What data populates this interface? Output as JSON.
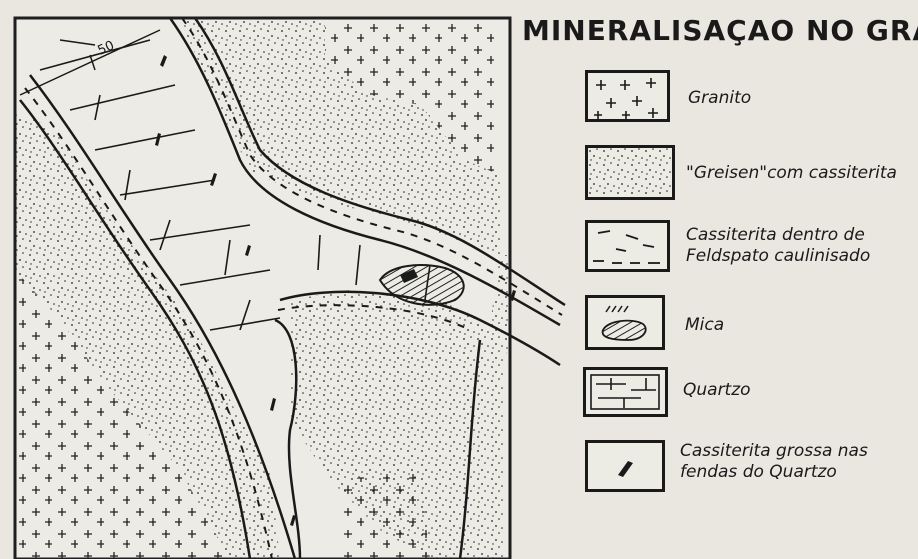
{
  "title": "MINERALISAÇAO NO GRANIT",
  "scale_label": "50",
  "legend": [
    {
      "label_lines": [
        "Granito"
      ],
      "pattern": "plus-signs"
    },
    {
      "label_lines": [
        "\"Greisen\"com cassiterita"
      ],
      "pattern": "stipple"
    },
    {
      "label_lines": [
        "Cassiterita dentro de",
        "Feldspato caulinisado"
      ],
      "pattern": "dashes"
    },
    {
      "label_lines": [
        "Mica"
      ],
      "pattern": "hatched-blob"
    },
    {
      "label_lines": [
        "Quartzo"
      ],
      "pattern": "blocks"
    },
    {
      "label_lines": [
        "Cassiterita grossa nas",
        "fendas do Quartzo"
      ],
      "pattern": "black-streak"
    }
  ],
  "colors": {
    "ink": "#1a1a1a",
    "paper": "#e9e7df",
    "frame": "#1e1e1e"
  }
}
